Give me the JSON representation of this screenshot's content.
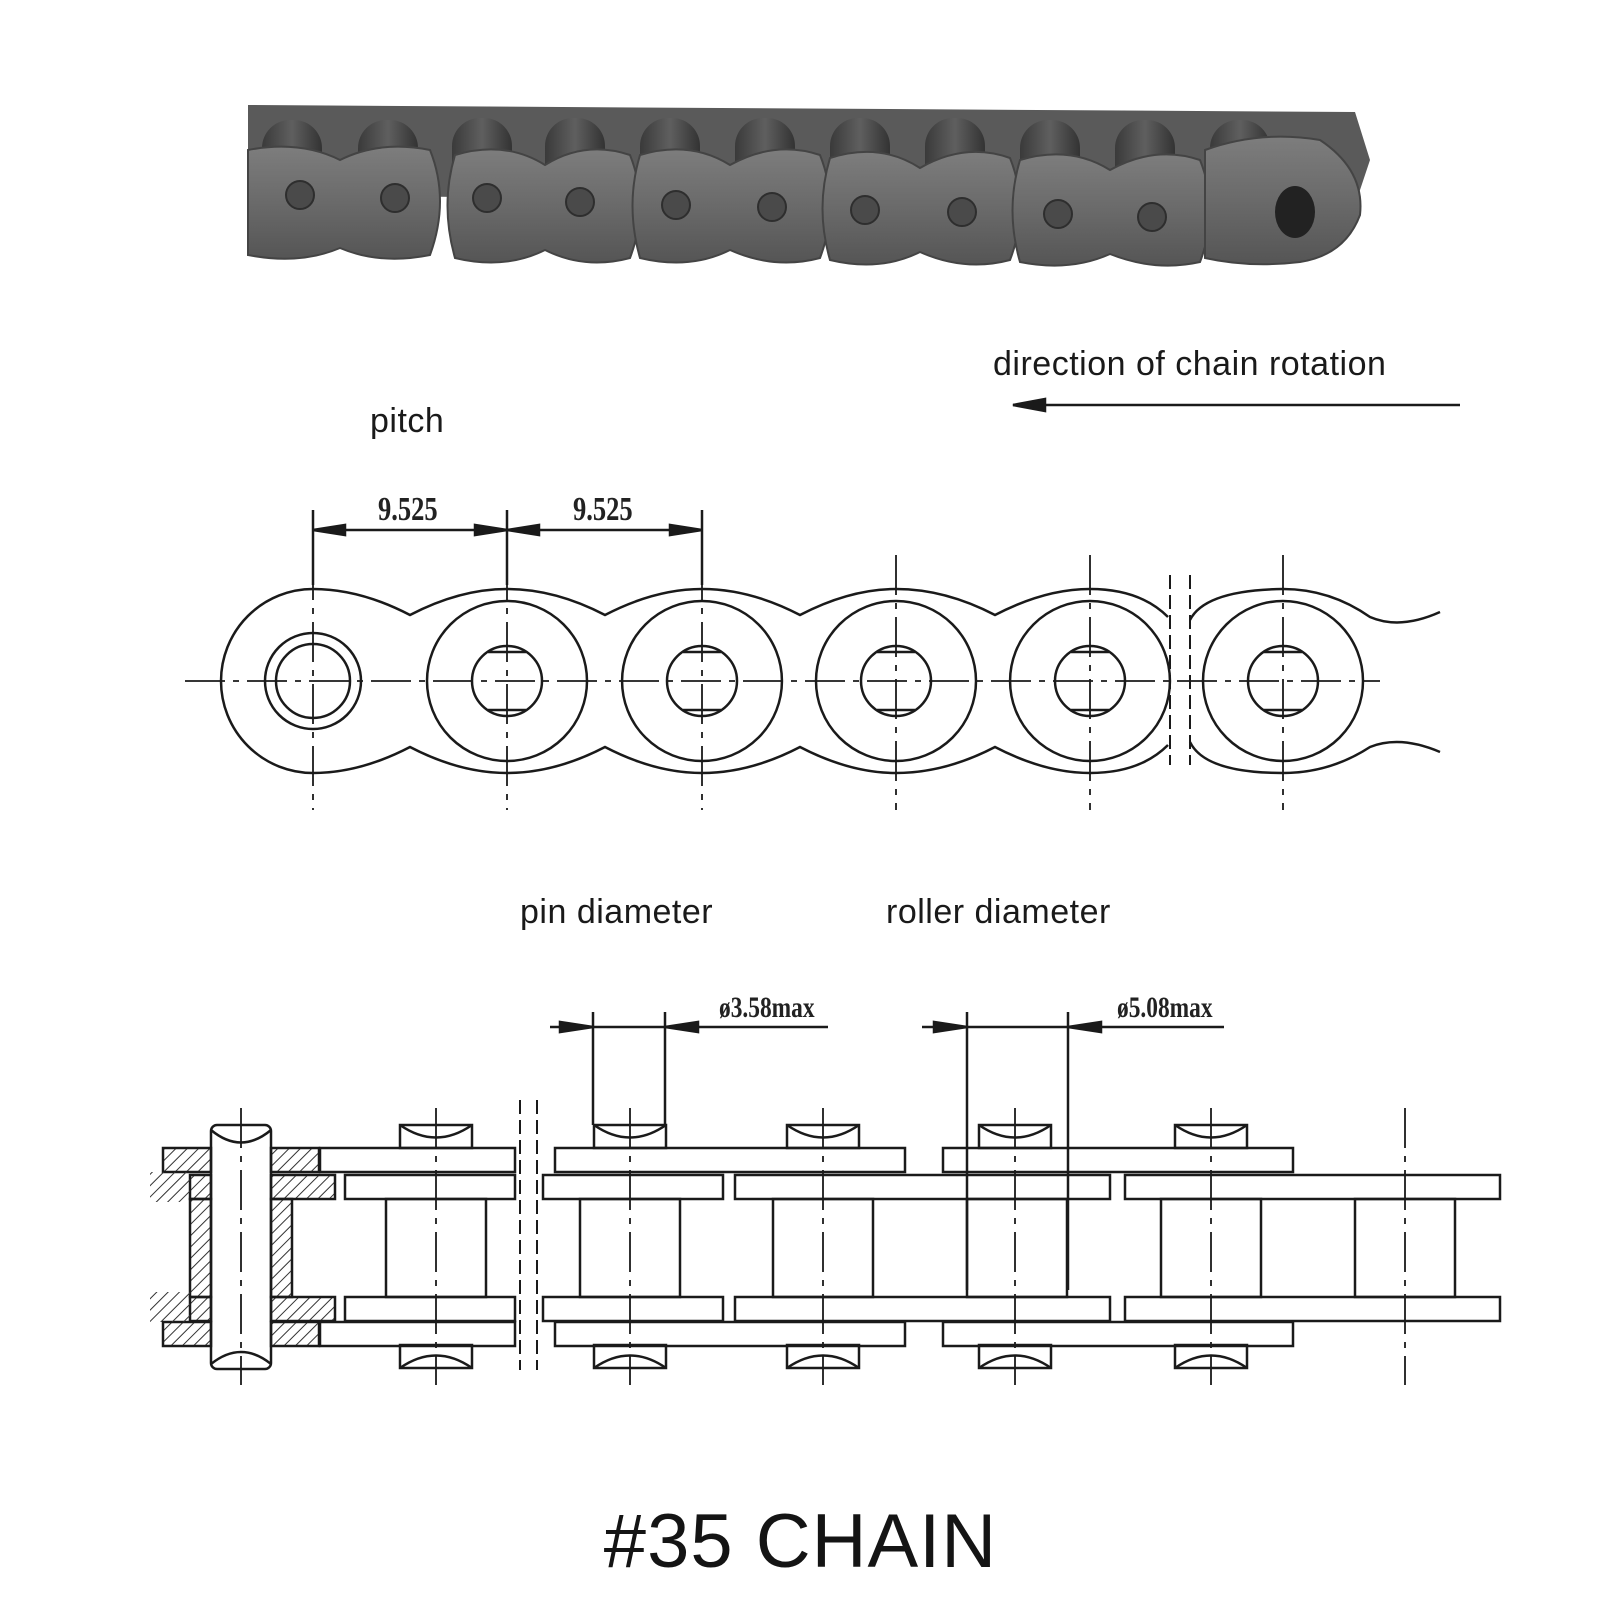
{
  "labels": {
    "direction": "direction  of chain rotation",
    "pitch": "pitch",
    "pin_diameter": "pin diameter",
    "roller_diameter": "roller diameter",
    "title": "#35 CHAIN"
  },
  "dimensions": {
    "pitch_1": "9.525",
    "pitch_2": "9.525",
    "pin": "ø3.58max",
    "roller": "ø5.08max"
  },
  "colors": {
    "line": "#1a1a1a",
    "chain_metal": "#6b6b6b",
    "chain_dark": "#3e3e3e",
    "hatch": "#333333"
  }
}
